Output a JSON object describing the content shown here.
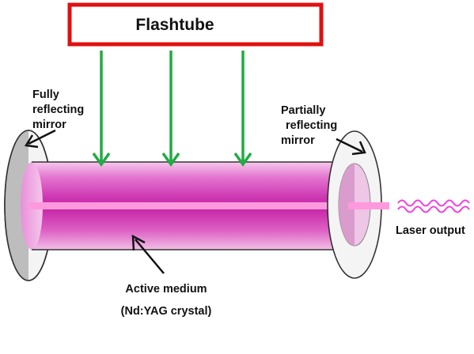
{
  "flashtube": {
    "label": "Flashtube",
    "border_color": "#e01010"
  },
  "mirrors": {
    "left": [
      "Fully",
      "reflecting",
      "mirror"
    ],
    "right": [
      "Partially",
      "reflecting",
      "mirror"
    ]
  },
  "medium": {
    "line1": "Active medium",
    "line2": "(Nd:YAG crystal)"
  },
  "output": {
    "label": "Laser output"
  },
  "colors": {
    "pump_arrow": "#22aa44",
    "rod": "#cc33aa",
    "beam": "#ff99dd",
    "laser_wave": "#ee44dd"
  }
}
